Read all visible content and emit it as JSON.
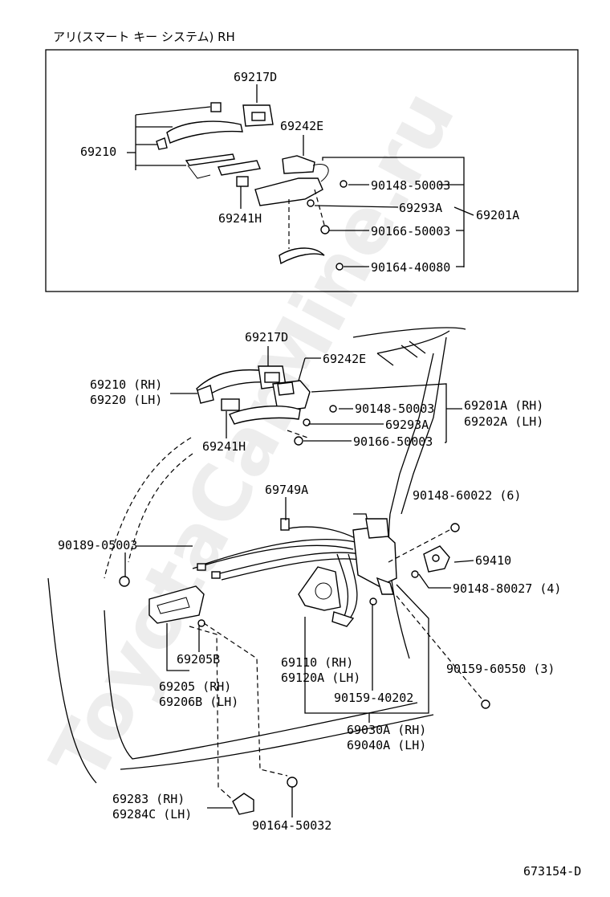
{
  "inset": {
    "caption": "アリ(スマート キー システム) RH",
    "labels": [
      "69217D",
      "69242E",
      "69210",
      "90148-50003",
      "69293A",
      "69201A",
      "69241H",
      "90166-50003",
      "90164-40080"
    ]
  },
  "main": {
    "labels": [
      "69217D",
      "69242E",
      "69210 (RH)",
      "69220 (LH)",
      "90148-50003",
      "69201A (RH)",
      "69202A (LH)",
      "69293A",
      "69241H",
      "90166-50003",
      "69749A",
      "90148-60022 (6)",
      "90189-05003",
      "69410",
      "90148-80027 (4)",
      "69205B",
      "69110 (RH)",
      "69120A (LH)",
      "90159-60550 (3)",
      "69205 (RH)",
      "69206B (LH)",
      "90159-40202",
      "69030A (RH)",
      "69040A (LH)",
      "69283 (RH)",
      "69284C (LH)",
      "90164-50032"
    ]
  },
  "diagram_code": "673154-D",
  "watermark": "ToyotaCarMine.ru"
}
